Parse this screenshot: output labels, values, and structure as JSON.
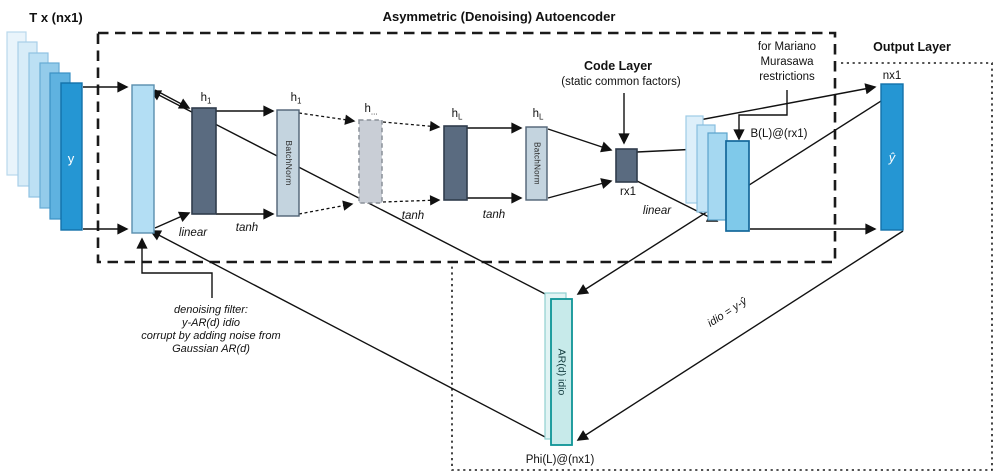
{
  "title": "Asymmetric (Denoising) Autoencoder",
  "colors": {
    "blue": "#2596d3",
    "light_blue": "#b3def4",
    "slate": "#5a6b80",
    "batchnorm": "#c4d4df",
    "decoder_blue": "#7fc9ea",
    "teal_fill": "#c7eaea",
    "teal_border": "#0d9496"
  },
  "input": {
    "dims_label": "T x (nx1)",
    "vector_label": "y"
  },
  "encoder": {
    "batchnorm_label": "BatchNorm",
    "layers": [
      {
        "base": "h",
        "sub": "1"
      },
      {
        "base": "h",
        "sub": "1"
      },
      {
        "base": "h",
        "sub": "..."
      },
      {
        "base": "h",
        "sub": "L"
      },
      {
        "base": "h",
        "sub": "L"
      }
    ],
    "activations": [
      "linear",
      "tanh",
      "tanh",
      "tanh",
      "linear"
    ]
  },
  "code_layer": {
    "heading": "Code Layer",
    "subheading": "(static common factors)",
    "dim_label": "rx1"
  },
  "decoder": {
    "restriction_note": [
      "for Mariano",
      "Murasawa",
      "restrictions"
    ],
    "b_poly_label": "B(L)@(rx1)"
  },
  "output": {
    "heading": "Output Layer",
    "dim_label": "nx1",
    "vector_label": "ŷ"
  },
  "denoising": {
    "note_lines": [
      "denoising filter:",
      "y-AR(d) idio",
      "corrupt by adding noise from",
      "Gaussian AR(d)"
    ],
    "ar_bar_label": "AR(d) idio",
    "phi_label": "Phi(L)@(nx1)",
    "idio_eq_label": "idio = y-ŷ"
  }
}
